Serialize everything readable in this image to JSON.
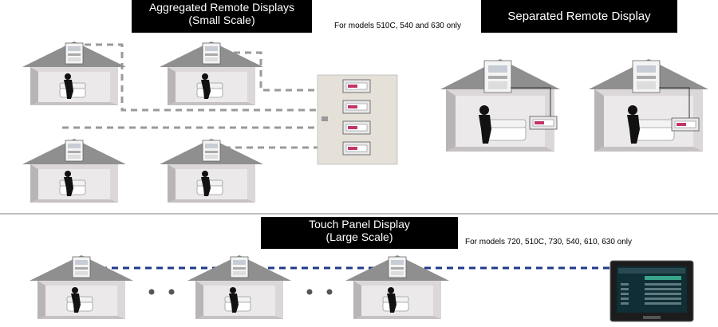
{
  "sections": {
    "aggregated": {
      "title_line1": "Aggregated Remote Displays",
      "title_line2": "(Small Scale)",
      "note": "For models 510C, 540 and 630 only"
    },
    "separated": {
      "title": "Separated Remote Display"
    },
    "touch_panel": {
      "title_line1": "Touch Panel Display",
      "title_line2": "(Large Scale)",
      "note": "For models 720, 510C, 730, 540, 610, 630 only"
    }
  },
  "colors": {
    "roof": "#8f8f8f",
    "wall": "#d9d4d5",
    "floor": "#c8c3c4",
    "grey_dash": "#9a9a9a",
    "blue_dash": "#1f3a8a",
    "title_bg": "#000000",
    "title_text": "#ffffff"
  },
  "icons": [
    "house-icon",
    "meter-icon",
    "person-icon",
    "sofa-icon",
    "remote-display-icon",
    "touch-panel-icon"
  ]
}
